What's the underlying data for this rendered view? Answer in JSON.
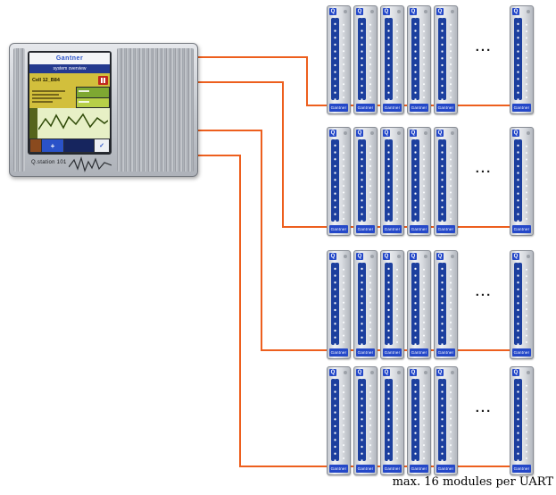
{
  "caption": "max. 16 modules per UART",
  "ellipsis": "...",
  "device": {
    "brand": "Gantner",
    "model": "Q.station 101",
    "screen": {
      "header": "system overview",
      "cell": "Cell 12_B84"
    }
  },
  "module": {
    "logo": "Q",
    "brand": "Gantner"
  },
  "icons": {
    "plus": "+",
    "check": "✓"
  },
  "rows": [
    {
      "modules_before": 5,
      "modules_after": 1
    },
    {
      "modules_before": 5,
      "modules_after": 1
    },
    {
      "modules_before": 5,
      "modules_after": 1
    },
    {
      "modules_before": 5,
      "modules_after": 1
    }
  ],
  "colors": {
    "wire": "#ed5f1e",
    "module_blue": "#1c3f9e",
    "label_blue": "#2448c8",
    "device_header": "#243a8f",
    "cell_yellow": "#d2bf3c",
    "chart_green": "#e7f0c6",
    "accent_red": "#c0281e"
  }
}
